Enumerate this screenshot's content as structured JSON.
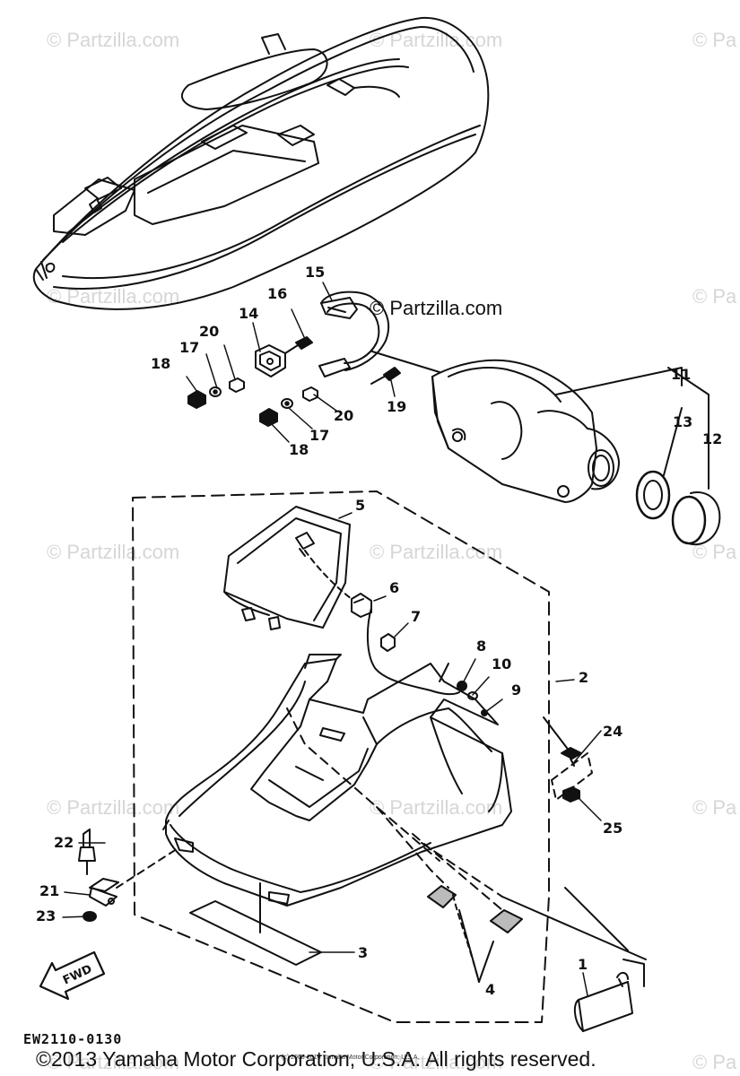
{
  "watermark_text": "© Partzilla.com",
  "watermark_edge_text": "© Pa",
  "center_watermark": "© Partzilla.com",
  "diagram_code": "EW2110-0130",
  "small_copyright": "(c) 2005-2016 Yamaha Motor Corporation, U.S.A.",
  "footer_copyright": "©2013 Yamaha Motor Corporation, U.S.A. All rights reserved.",
  "fwd_label": "FWD",
  "callouts": {
    "c1": "1",
    "c2": "2",
    "c3": "3",
    "c4": "4",
    "c5": "5",
    "c6": "6",
    "c7": "7",
    "c8": "8",
    "c9": "9",
    "c10": "10",
    "c11": "11",
    "c12": "12",
    "c13": "13",
    "c14": "14",
    "c15": "15",
    "c16": "16",
    "c17a": "17",
    "c17b": "17",
    "c18a": "18",
    "c18b": "18",
    "c19": "19",
    "c20a": "20",
    "c20b": "20",
    "c21": "21",
    "c22": "22",
    "c23": "23",
    "c24": "24",
    "c25": "25"
  }
}
